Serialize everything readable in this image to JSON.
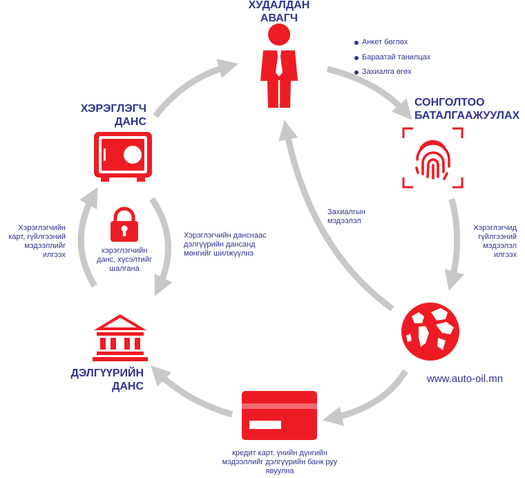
{
  "nodes": {
    "seller": {
      "title": "ХУДАЛДАН\nАВАГЧ",
      "bullets": [
        "Анкет бөглөх",
        "Бараатай танилцах",
        "Захиалга өгөх"
      ]
    },
    "verify": {
      "title": "СОНГОЛТОО\nБАТАЛГААЖУУЛАХ"
    },
    "user_account": {
      "title": "ХЭРЭГЛЭГЧ\nДАНС"
    },
    "shop_account": {
      "title": "ДЭЛГҮҮРИЙН\nДАНС"
    },
    "website": {
      "url": "www.auto-oil.mn"
    }
  },
  "notes": {
    "send_user_info": "Хэрэглэгчид\nгүйлгээний\nмэдээлэл\nилгээх",
    "order_info": "Захиалгын\nмэдээлэл",
    "card_info": "кредит карт, үнийн дүнгийн\nмэдээллийг дэлгүүрийн банк руу\nявуулна",
    "transfer": "Хэрэглэгчийн данснаас\nдэлгүүрийн дансанд\nмөнгийг шилжүүлнэ",
    "check_balance": "хэрэглэгчийн\nданс, хүсэлтийг\nшалгана",
    "send_card_info": "Хэрэглэгчийн\nкарт, гүйлгээний\nмэдээллийг\nилгээх"
  },
  "colors": {
    "accent": "#ed1c24",
    "text": "#2e3192",
    "arrow": "#c8c8c8"
  },
  "icons": [
    "businessman-icon",
    "fingerprint-icon",
    "safe-icon",
    "padlock-icon",
    "bank-icon",
    "globe-icon",
    "credit-card-icon"
  ]
}
